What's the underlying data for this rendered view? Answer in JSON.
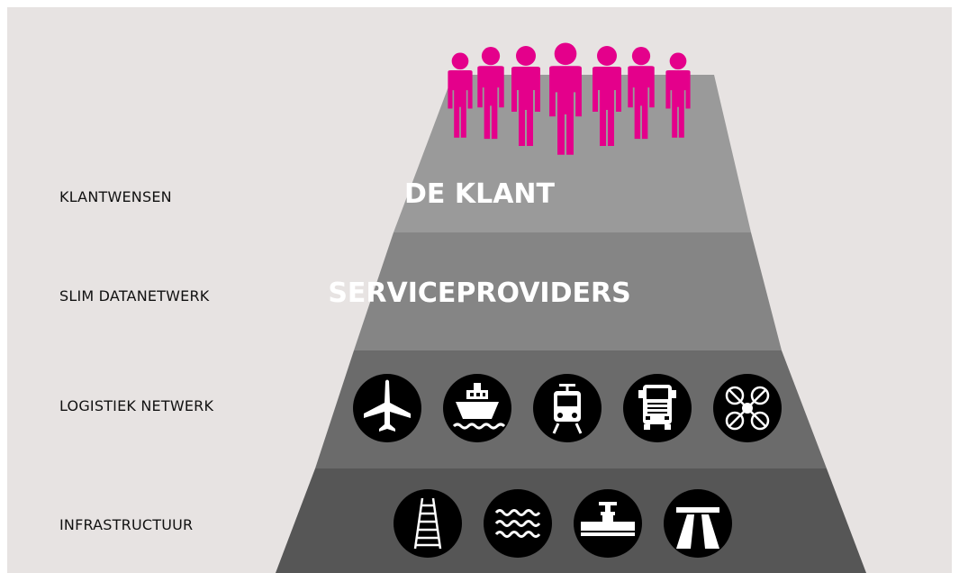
{
  "diagram": {
    "accent_color": "#e4008b",
    "rows": [
      {
        "label": "KLANTWENSEN",
        "title": "DE KLANT",
        "color": "#9a9a9a"
      },
      {
        "label": "SLIM DATANETWERK",
        "title": "SERVICEPROVIDERS",
        "color": "#858585"
      },
      {
        "label": "LOGISTIEK NETWERK",
        "title": "",
        "color": "#6b6b6b",
        "icons": [
          "airplane-icon",
          "ship-icon",
          "train-icon",
          "truck-icon",
          "drone-icon"
        ]
      },
      {
        "label": "INFRASTRUCTUUR",
        "title": "",
        "color": "#565656",
        "icons": [
          "railway-track-icon",
          "waterway-icon",
          "pipeline-icon",
          "highway-icon"
        ]
      }
    ],
    "crowd": {
      "icon": "people-crowd-icon",
      "count": 7
    }
  }
}
